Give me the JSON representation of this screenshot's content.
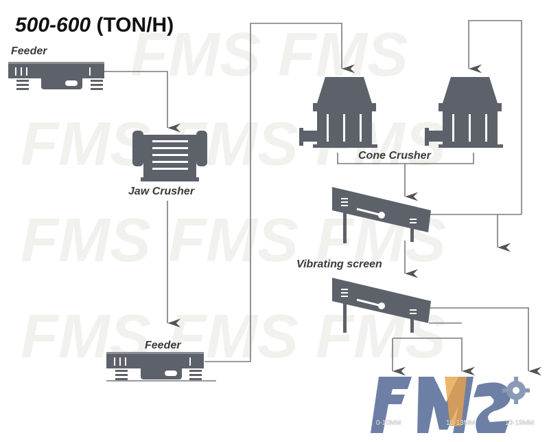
{
  "title": {
    "range": "500-600",
    "unit": "(TON/H)"
  },
  "labels": {
    "feeder_top": "Feeder",
    "jaw_crusher": "Jaw Crusher",
    "feeder_bottom": "Feeder",
    "cone_crusher": "Cone Crusher",
    "vibrating_screen": "Vibrating screen"
  },
  "outputs": [
    "0-10MM",
    "10-13MM",
    "13-19MM"
  ],
  "logo": {
    "text": "FMS",
    "icon": "gear-icon"
  },
  "watermark": "FMS",
  "colors": {
    "machine": "#5d6169",
    "line": "#7a7a7a",
    "logo": "#6e7fa6",
    "logo_accent": "#e8a24a"
  }
}
